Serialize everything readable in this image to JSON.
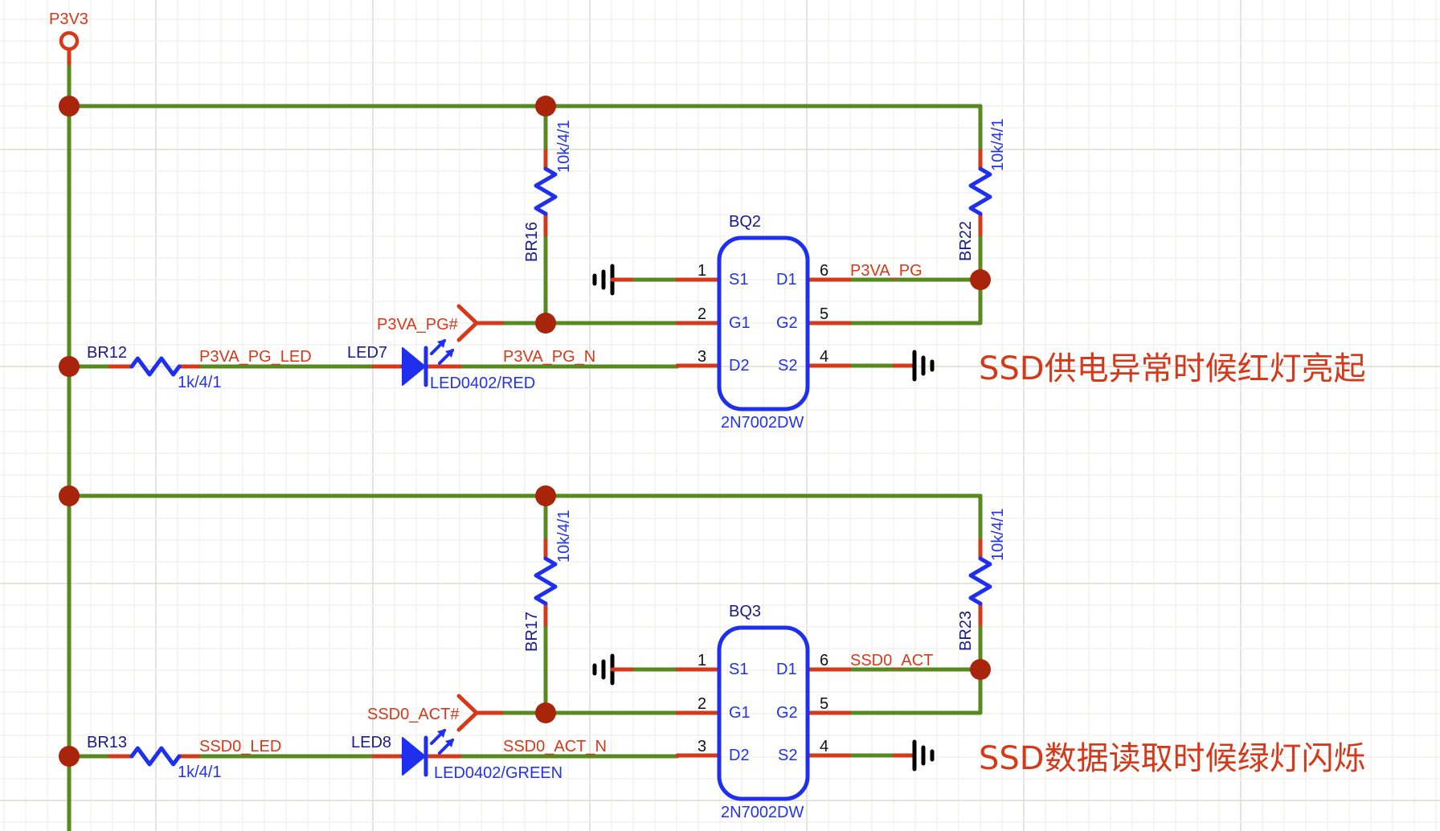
{
  "app": {
    "view": "schematic-canvas"
  },
  "colors": {
    "wire": "#578a1e",
    "pin": "#d6381a",
    "symbol": "#1f2ff0",
    "junction": "#a8250c",
    "ground": "#000000",
    "grid_minor": "#eeeeea",
    "grid_major": "#dcdcd6"
  },
  "power_port": {
    "name": "P3V3"
  },
  "circuits": [
    {
      "id": "power-good",
      "series_resistor": {
        "ref": "BR12",
        "value": "1k/4/1"
      },
      "net_resistor_led": "P3VA_PG_LED",
      "led": {
        "ref": "LED7",
        "value": "LED0402/RED"
      },
      "net_led_mosfet": "P3VA_PG_N",
      "net_flag": "P3VA_PG#",
      "pullup_left": {
        "ref": "BR16",
        "value": "10k/4/1"
      },
      "pullup_right": {
        "ref": "BR22",
        "value": "10k/4/1"
      },
      "mosfet": {
        "ref": "BQ2",
        "value": "2N7002DW",
        "pins_left": [
          {
            "num": "1",
            "name": "S1"
          },
          {
            "num": "2",
            "name": "G1"
          },
          {
            "num": "3",
            "name": "D2"
          }
        ],
        "pins_right": [
          {
            "num": "6",
            "name": "D1"
          },
          {
            "num": "5",
            "name": "G2"
          },
          {
            "num": "4",
            "name": "S2"
          }
        ]
      },
      "net_d1": "P3VA_PG",
      "annotation": "SSD供电异常时候红灯亮起"
    },
    {
      "id": "activity",
      "series_resistor": {
        "ref": "BR13",
        "value": "1k/4/1"
      },
      "net_resistor_led": "SSD0_LED",
      "led": {
        "ref": "LED8",
        "value": "LED0402/GREEN"
      },
      "net_led_mosfet": "SSD0_ACT_N",
      "net_flag": "SSD0_ACT#",
      "pullup_left": {
        "ref": "BR17",
        "value": "10k/4/1"
      },
      "pullup_right": {
        "ref": "BR23",
        "value": "10k/4/1"
      },
      "mosfet": {
        "ref": "BQ3",
        "value": "2N7002DW",
        "pins_left": [
          {
            "num": "1",
            "name": "S1"
          },
          {
            "num": "2",
            "name": "G1"
          },
          {
            "num": "3",
            "name": "D2"
          }
        ],
        "pins_right": [
          {
            "num": "6",
            "name": "D1"
          },
          {
            "num": "5",
            "name": "G2"
          },
          {
            "num": "4",
            "name": "S2"
          }
        ]
      },
      "net_d1": "SSD0_ACT",
      "annotation": "SSD数据读取时候绿灯闪烁"
    }
  ]
}
